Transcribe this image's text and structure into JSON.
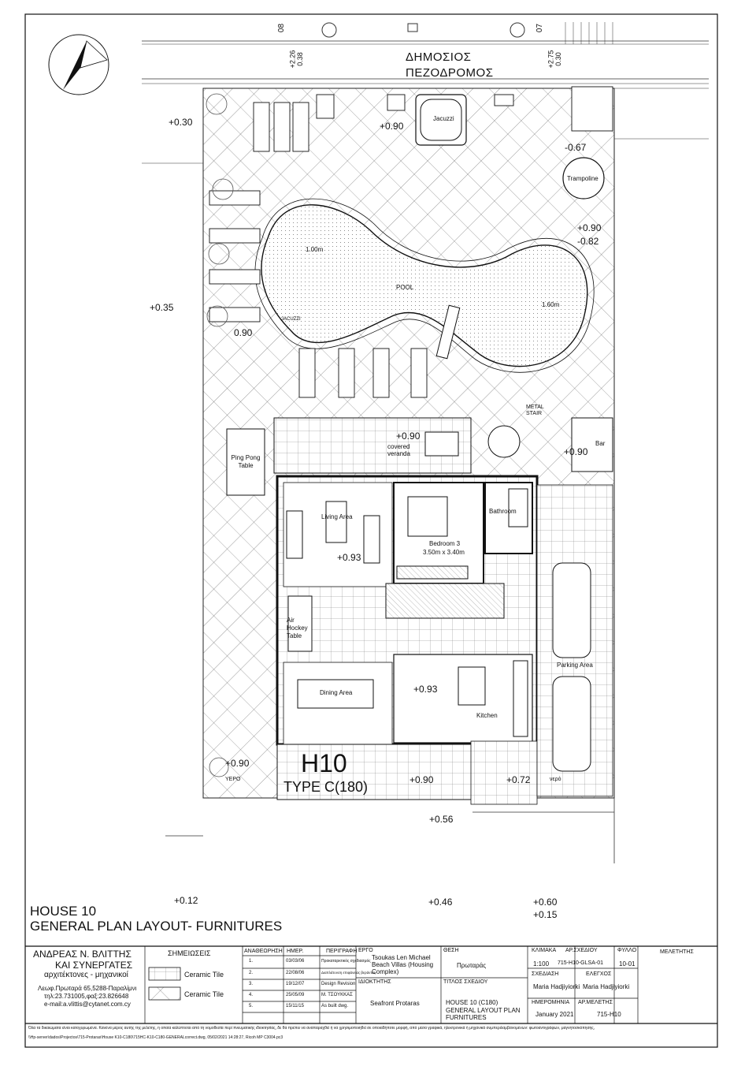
{
  "street": {
    "line1": "ΔΗΜΟΣΙΟΣ",
    "line2": "ΠΕΖΟΔΡΟΜΟΣ",
    "left_ref": "08",
    "left_dims": [
      "+2.26",
      "0.38"
    ],
    "right_ref": "07",
    "right_dims": [
      "+2.75",
      "0.30"
    ]
  },
  "levels": {
    "l_030": "+0.30",
    "l_090a": "+0.90",
    "l_m067": "-0.67",
    "l_090b": "+0.90",
    "l_m082": "-0.82",
    "l_035": "+0.35",
    "l_090c": "0.90",
    "l_090d": "+0.90",
    "l_090e": "+0.90",
    "l_093a": "+0.93",
    "l_093b": "+0.93",
    "l_090f": "+0.90",
    "l_090g": "+0.90",
    "l_072": "+0.72",
    "l_056": "+0.56",
    "l_012": "+0.12",
    "l_046": "+0.46",
    "l_060": "+0.60",
    "l_015": "+0.15"
  },
  "labels": {
    "trampoline": "Trampoline",
    "jacuzzi": "Jacuzzi",
    "pool": "POOL",
    "pool_depth_left": "1.00m",
    "pool_depth_right": "1.60m",
    "jacuzzi_small": "JACUZZI",
    "metal_stair": "METAL STAIR",
    "covered_veranda": "covered veranda",
    "bar": "Bar",
    "ping_pong": "Ping Pong Table",
    "living_area": "Living Area",
    "bedroom": "Bedroom 3",
    "bedroom_size": "3.50m x 3.40m",
    "bathroom": "Bathroom",
    "air_hockey": "Air Hockey Table",
    "dining_area": "Dining Area",
    "kitchen": "Kitchen",
    "parking_area": "Parking Area",
    "vero_left": "ΥΕΡΟ",
    "vero_right": "νερό",
    "house_code": "H10",
    "house_type": "TYPE C(180)"
  },
  "drawing_title": {
    "line1": "HOUSE 10",
    "line2": "GENERAL PLAN LAYOUT- FURNITURES"
  },
  "title_block": {
    "firm_line1": "ΑΝΔΡΕΑΣ Ν. ΒΛΙΤΤΗΣ",
    "firm_line2": "ΚΑΙ ΣΥΝΕΡΓΑΤΕΣ",
    "firm_line3": "αρχιτέκτονες - μηχανικοί",
    "firm_addr": "Λεωφ.Πρωταρά 65,5288-Παραλίμνι",
    "firm_tel": "τηλ:23.731005,φαξ:23.826648",
    "firm_email": "e-mail:a.vlittis@cytanet.com.cy",
    "notes_head": "ΣΗΜΕΙΩΣΕΙΣ",
    "legend": [
      {
        "label": "Ceramic Tile",
        "pattern": "square-grid"
      },
      {
        "label": "Ceramic Tile",
        "pattern": "diagonal-grid"
      }
    ],
    "rev_headers": [
      "ΑΝΑΘΕΩΡΗΣΗ",
      "ΗΜΕΡ.",
      "ΠΕΡΙΓΡΑΦΗ"
    ],
    "revisions": [
      {
        "no": "1.",
        "date": "03/03/06",
        "desc": "Προκαταρκτικός σχεδιασμός"
      },
      {
        "no": "2.",
        "date": "22/08/06",
        "desc": "Διαπλάτυνση επιφάνειας βεράντας"
      },
      {
        "no": "3.",
        "date": "19/12/07",
        "desc": "Design Revision"
      },
      {
        "no": "4.",
        "date": "25/05/09",
        "desc": "Μ. ΤΣΟΥΚΚΑΣ"
      },
      {
        "no": "5.",
        "date": "15/11/15",
        "desc": "As built dwg."
      }
    ],
    "project_head": "ΕΡΓΟ",
    "project_name": "Tsoukas Len Michael Beach Villas (Housing Complex)",
    "owner_head": "ΙΔΙΟΚΤΗΤΗΣ",
    "owner_name": "Seafront Protaras",
    "location_head": "ΘΕΣΗ",
    "location": "Πρωταράς",
    "drawing_title_head": "ΤΙΤΛΟΣ ΣΧΕΔΙΟΥ",
    "drawing_title_l1": "HOUSE 10 (C180)",
    "drawing_title_l2": "GENERAL LAYOUT PLAN",
    "drawing_title_l3": "FURNITURES",
    "scale_head": "ΚΛΙΜΑΚΑ",
    "scale": "1:100",
    "dwg_no_head": "ΑΡ.ΣΧΕΔΙΟΥ",
    "dwg_no": "715-H10-GLSA-01",
    "sheet_head": "ΦΥΛΛΟ",
    "sheet": "10-01",
    "drawn_head": "ΣΧΕΔΙΑΣΗ",
    "drawn_by": "Maria Hadjiyiorki",
    "checked_head": "ΕΛΕΓΧΟΣ",
    "checked_by": "Maria Hadjiyiorki",
    "date_head": "ΗΜΕΡΟΜΗΝΙΑ",
    "date": "January 2021",
    "study_no_head": "ΑΡ.ΜΕΛΕΤΗΣ",
    "study_no": "715-H10",
    "designer_head": "ΜΕΛΕΤΗΤΗΣ",
    "disclaimer": "Όλα τα δικαιώματα είναι κατοχυρωμένα. Κανένα μέρος αυτής της μελέτης, η οποία καλύπτεται από τη νομοθεσία περί πνευματικής ιδιοκτησίας, δε θα πρέπει να αναπαραχθεί ή να χρησιμοποιηθεί σε οποιαδήποτε μορφή, από μέσα γραφικά, ηλεκτρονικά ή μηχανικά συμπεριλαμβανομένων: φωτοαντιγράφων, μαγνητοσκόπησης,",
    "file_path": "\\\\Hp-server\\dados\\Projectos\\715-Protaras\\House K10-C180\\715HC-K10-C180-GENERALcorrect.dwg, 05/02/2021 14:28:27, Ricoh MP C3004.pc3"
  }
}
